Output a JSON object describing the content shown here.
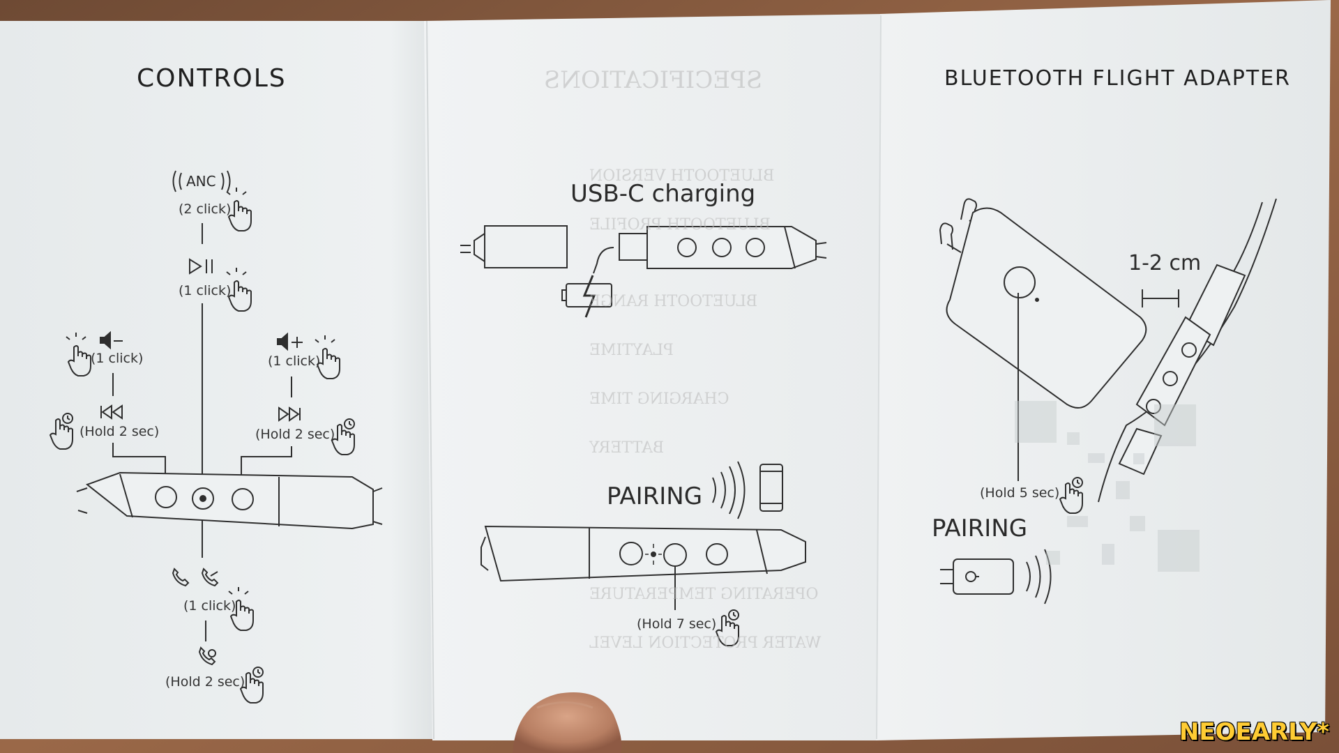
{
  "panel_left": {
    "title": "CONTROLS",
    "anc_label": "ANC",
    "anc_click": "(2 click)",
    "play_click": "(1 click)",
    "vol_down_click": "(1 click)",
    "vol_up_click": "(1 click)",
    "prev_hold": "(Hold 2 sec)",
    "next_hold": "(Hold 2 sec)",
    "call_click": "(1 click)",
    "call_hold": "(Hold 2 sec)"
  },
  "panel_middle": {
    "charging_label": "USB-C charging",
    "pairing_label": "PAIRING",
    "pairing_hold": "(Hold 7 sec)"
  },
  "panel_right": {
    "title": "BLUETOOTH FLIGHT ADAPTER",
    "distance_label": "1-2 cm",
    "adapter_hold": "(Hold 5 sec)",
    "pairing_label": "PAIRING"
  },
  "watermark": "NEOEARLY*",
  "colors": {
    "paper": "#eceff0",
    "ink": "#2a2a2a",
    "background": "#8a5a3a",
    "watermark": "#ffcc33"
  }
}
